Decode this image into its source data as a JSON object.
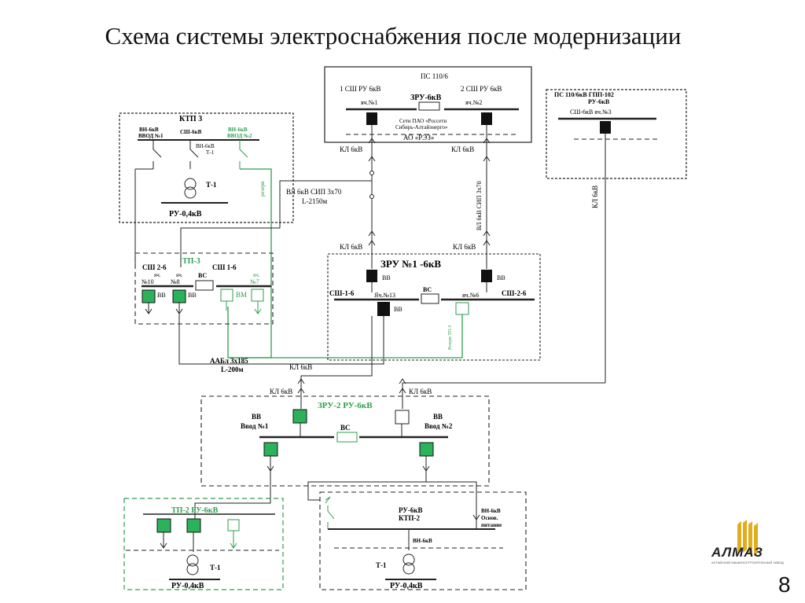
{
  "title": "Схема системы электроснабжения после модернизации",
  "slide_number": "8",
  "logo": {
    "name": "АЛМАЗ",
    "subtitle": "АЛТАЙСКИЙ МАШИНОСТРОИТЕЛЬНЫЙ ЗАВОД"
  },
  "colors": {
    "line": "#222222",
    "green": "#2e9e4f",
    "green_fill": "#2bb25a",
    "black_fill": "#111111",
    "logo_gold": "#e0ad1e"
  },
  "ps110": {
    "title": "ПС 110/6",
    "bus1": "1 СШ РУ 6кВ",
    "bus2": "2 СШ РУ 6кВ",
    "zru": "ЗРУ-6кВ",
    "cell1": "яч.№1",
    "cell2": "яч.№2",
    "net1": "Сети ПАО «Россети",
    "net2": "Сибирь-Алтайэнерго»",
    "org": "АО «РЭЗ»"
  },
  "gpp": {
    "title1": "ПС 110/6кВ ГПП-102",
    "title2": "РУ-6кВ",
    "cell": "СШ-6кВ яч.№3"
  },
  "ktp3": {
    "title": "КТП 3",
    "vn_in1_a": "ВН-6кВ",
    "vn_in1_b": "ВВОД №1",
    "sh": "СШ-6кВ",
    "vn_t1": "ВН-6кВ",
    "t1_code": "Т-1",
    "vn_in2_a": "ВН-6кВ",
    "vn_in2_b": "ВВОД №2",
    "trans": "Т-1",
    "ru": "РУ-0,4кВ",
    "reserve": "резерв"
  },
  "tp3": {
    "title": "ТП-3",
    "sh2": "СШ 2-6",
    "sh1": "СШ 1-6",
    "cell10_a": "яч.",
    "cell10_b": "№10",
    "cell8_a": "яч.",
    "cell8_b": "№8",
    "bc": "ВС",
    "cell7_a": "яч.",
    "cell7_b": "№7",
    "vv1": "ВВ",
    "vv2": "ВВ",
    "vm": "ВМ"
  },
  "lines": {
    "kl_a": "КЛ 6кВ",
    "kl_b": "КЛ 6кВ",
    "vl_a": "ВЛ 6кВ СИП 3х70",
    "vl_a_len": "L-2150м",
    "vl_b": "ВЛ 6кВ СИП 3х70",
    "kl_c": "КЛ 6кВ",
    "kl_d": "КЛ 6кВ",
    "kl_gpp": "КЛ 6кВ",
    "aabl": "ААБл 3х185",
    "aabl_len": "L-200м",
    "kl_e": "КЛ 6кВ",
    "kl_f": "КЛ 6кВ",
    "kl_g": "КЛ 6кВ"
  },
  "zru1": {
    "title": "ЗРУ №1 -6кВ",
    "vv_left": "ВВ",
    "vv_right": "ВВ",
    "sh1": "СШ-1-6",
    "sh2": "СШ-2-6",
    "cell13": "Яч.№13",
    "bc": "ВС",
    "cell6": "яч.№6",
    "vv_bottom": "ВВ",
    "reserve": "Резерв ТП-3"
  },
  "zru2": {
    "title": "ЗРУ-2  РУ-6кВ",
    "vv1": "ВВ",
    "in1": "Ввод №1",
    "bc": "ВС",
    "vv2": "ВВ",
    "in2": "Ввод №2"
  },
  "tp2": {
    "title": "ТП-2 РУ-6кВ",
    "trans": "Т-1",
    "ru": "РУ-0,4кВ"
  },
  "ktp2": {
    "title1": "РУ-6кВ",
    "title2": "КТП-2",
    "vn_main_a": "ВН-6кВ",
    "vn_main_b": "Основ.",
    "vn_main_c": "питание",
    "vn": "ВН-6кВ",
    "trans": "Т-1",
    "ru": "РУ-0,4кВ"
  }
}
